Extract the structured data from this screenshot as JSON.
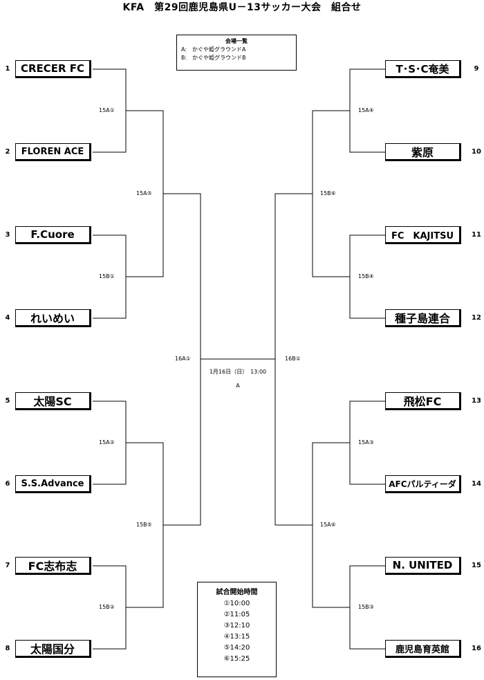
{
  "title": "KFA　第29回鹿児島県U－13サッカー大会　組合せ",
  "venues": {
    "heading": "会場一覧",
    "items": [
      "A:　かぐや姫グラウンドA",
      "B:　かぐや姫グラウンドB"
    ]
  },
  "teams_left": [
    {
      "seed": "1",
      "name": "CRECER FC"
    },
    {
      "seed": "2",
      "name": "FLOREN ACE"
    },
    {
      "seed": "3",
      "name": "F.Cuore"
    },
    {
      "seed": "4",
      "name": "れいめい"
    },
    {
      "seed": "5",
      "name": "太陽SC"
    },
    {
      "seed": "6",
      "name": "S.S.Advance"
    },
    {
      "seed": "7",
      "name": "FC志布志"
    },
    {
      "seed": "8",
      "name": "太陽国分"
    }
  ],
  "teams_right": [
    {
      "seed": "9",
      "name": "T･S･C奄美"
    },
    {
      "seed": "10",
      "name": "紫原"
    },
    {
      "seed": "11",
      "name": "FC　KAJITSU"
    },
    {
      "seed": "12",
      "name": "種子島連合"
    },
    {
      "seed": "13",
      "name": "飛松FC"
    },
    {
      "seed": "14",
      "name": "AFCパルティーダ"
    },
    {
      "seed": "15",
      "name": "N. UNITED"
    },
    {
      "seed": "16",
      "name": "鹿児島育英館"
    }
  ],
  "matches_left": {
    "r1": [
      "15A①",
      "15B①",
      "15A②",
      "15B②"
    ],
    "r2": [
      "15A⑤",
      "15B⑤"
    ],
    "r3": "16A①"
  },
  "matches_right": {
    "r1": [
      "15A④",
      "15B④",
      "15A③",
      "15B③"
    ],
    "r2": [
      "15B⑥",
      "15A⑥"
    ],
    "r3": "16B①"
  },
  "final": {
    "datetime": "1月16日（日）　13:00",
    "venue": "A"
  },
  "schedule": {
    "heading": "試合開始時間",
    "times": [
      "①10:00",
      "②11:05",
      "③12:10",
      "④13:15",
      "⑤14:20",
      "⑥15:25"
    ]
  }
}
